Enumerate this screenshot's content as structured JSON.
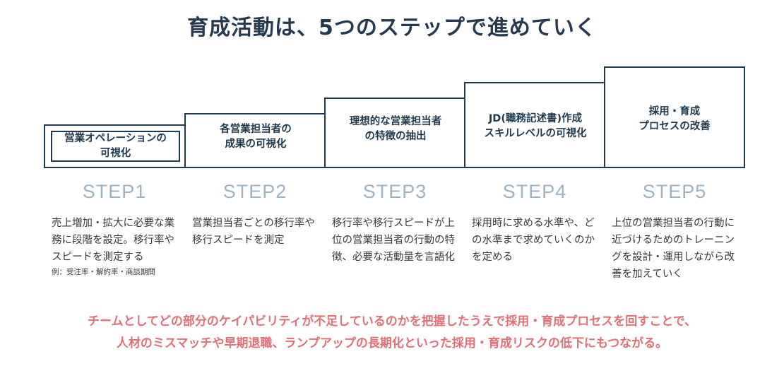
{
  "title": "育成活動は、5つのステップで進めていく",
  "steps": [
    {
      "box_line1": "営業オペレーションの",
      "box_line2": "可視化",
      "label": "STEP1",
      "desc": "売上増加・拡大に必要な業務に段階を設定。移行率やスピードを測定する",
      "note": "例：受注率・解約率・商談期間"
    },
    {
      "box_line1": "各営業担当者の",
      "box_line2": "成果の可視化",
      "label": "STEP2",
      "desc": "営業担当者ごとの移行率や移行スピードを測定"
    },
    {
      "box_line1": "理想的な営業担当者",
      "box_line2": "の特徴の抽出",
      "label": "STEP3",
      "desc": "移行率や移行スピードが上位の営業担当者の行動の特徴、必要な活動量を言語化"
    },
    {
      "box_line1": "JD(職務記述書)作成",
      "box_line2": "スキルレベルの可視化",
      "label": "STEP4",
      "desc": "採用時に求める水準や、どの水準まで求めていくのかを定める"
    },
    {
      "box_line1": "採用・育成",
      "box_line2": "プロセスの改善",
      "label": "STEP5",
      "desc": "上位の営業担当者の行動に近づけるためのトレーニングを設計・運用しながら改善を加えていく"
    }
  ],
  "footer": {
    "line1": "チームとしてどの部分のケイパビリティが不足しているのかを把握したうえで採用・育成プロセスを回すことで、",
    "line2": "人材のミスマッチや早期退職、ランプアップの長期化といった採用・育成リスクの低下にもつながる。"
  }
}
